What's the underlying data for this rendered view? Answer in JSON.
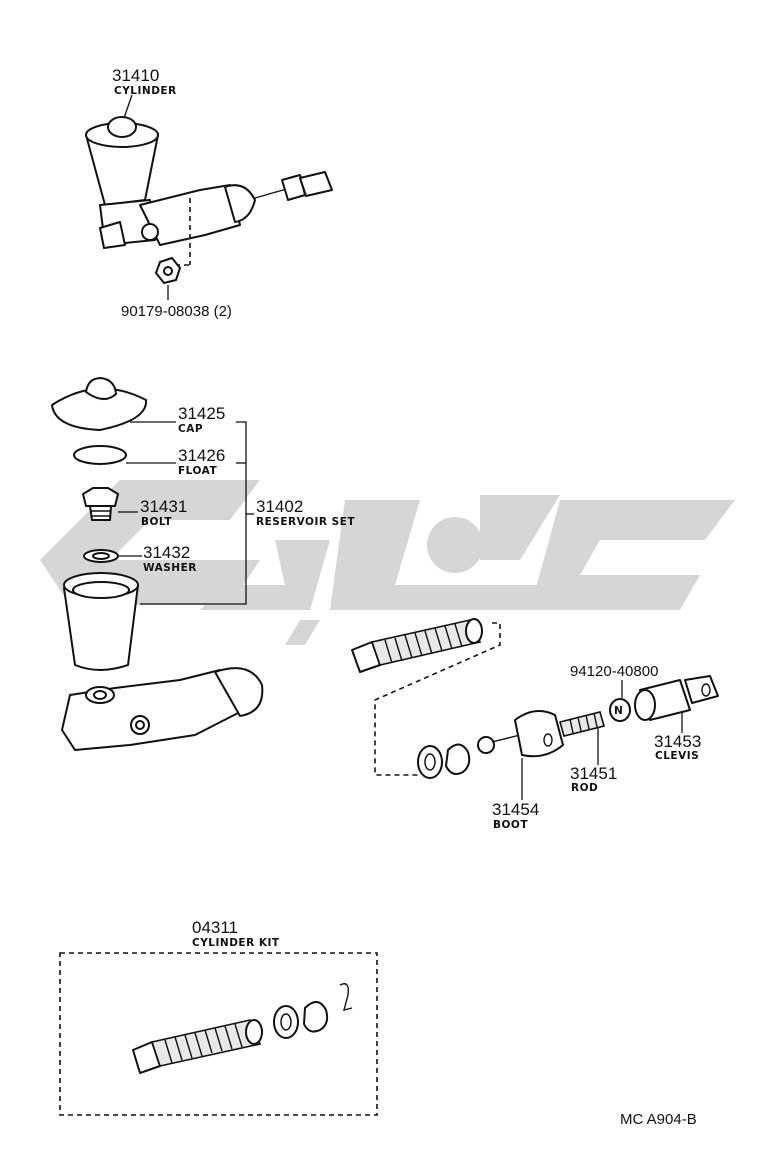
{
  "parts": {
    "p31410": {
      "number": "31410",
      "name": "CYLINDER"
    },
    "p90179": {
      "number": "90179-08038 (2)"
    },
    "p31425": {
      "number": "31425",
      "name": "CAP"
    },
    "p31426": {
      "number": "31426",
      "name": "FLOAT"
    },
    "p31431": {
      "number": "31431",
      "name": "BOLT"
    },
    "p31432": {
      "number": "31432",
      "name": "WASHER"
    },
    "p31402": {
      "number": "31402",
      "name": "RESERVOIR SET"
    },
    "p94120": {
      "number": "94120-40800"
    },
    "p31453": {
      "number": "31453",
      "name": "CLEVIS"
    },
    "p31451": {
      "number": "31451",
      "name": "ROD"
    },
    "p31454": {
      "number": "31454",
      "name": "BOOT"
    },
    "p04311": {
      "number": "04311",
      "name": "CYLINDER KIT"
    }
  },
  "symbols": {
    "nut_mark": "N"
  },
  "diagram_code": "MC  A904-B",
  "watermark": {
    "color": "#c9c9c9",
    "icon": "logo-watermark"
  }
}
